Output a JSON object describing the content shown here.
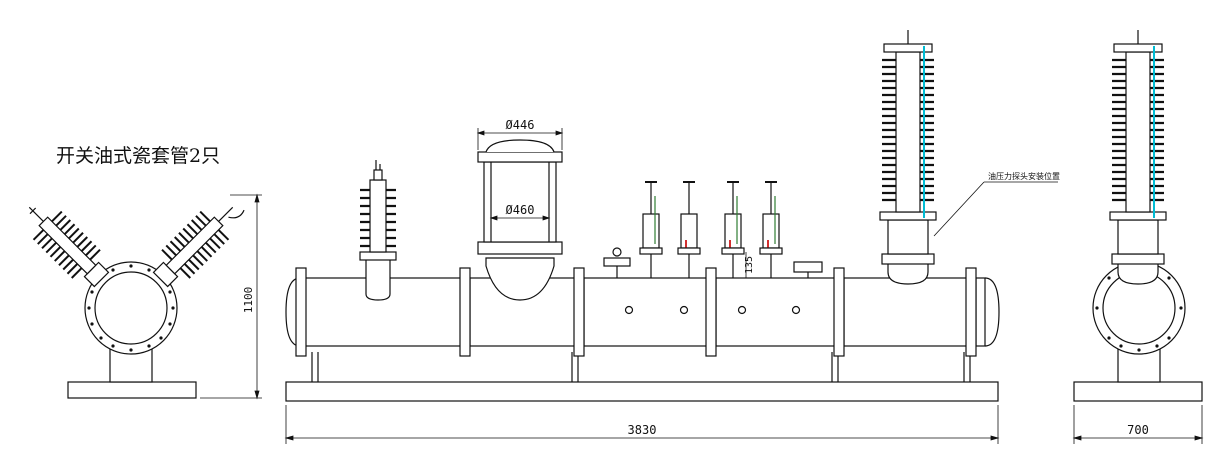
{
  "caption": "开关油式瓷套管2只",
  "dimensions": {
    "side_height": "1100",
    "total_length": "3830",
    "end_width": "700",
    "top_diameter": "Ø446",
    "inner_diameter": "Ø460",
    "small_height": "135"
  },
  "annotation": "油压力探头安装位置",
  "colors": {
    "line": "#111111",
    "accent_cyan": "#00bcd4",
    "accent_red": "#d32f2f",
    "accent_green": "#2e7d32"
  }
}
